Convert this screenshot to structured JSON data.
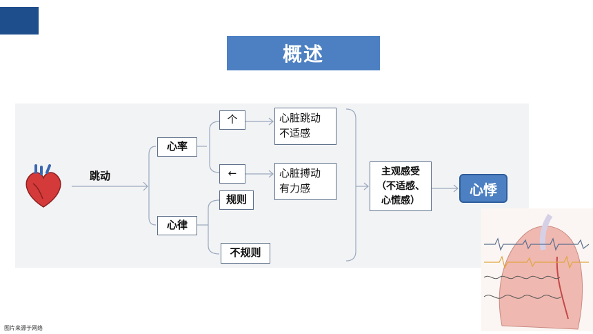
{
  "title": "概述",
  "nodes": {
    "tiaodong": "跳动",
    "xinlv_rate": "心率",
    "xinlv_rhythm": "心律",
    "up": "个",
    "down": "←",
    "regular": "规则",
    "irregular": "不规则",
    "discomfort_line1": "心脏跳动",
    "discomfort_line2": "不适感",
    "forceful_line1": "心脏搏动",
    "forceful_line2": "有力感",
    "subjective_line1": "主观感受",
    "subjective_line2": "（不适感、",
    "subjective_line3": "心慌感）",
    "palpitation": "心悸"
  },
  "footer": {
    "credit": "图片来源于网络"
  },
  "colors": {
    "accent": "#4d80c2",
    "corner": "#1f4e8c",
    "border": "#5d6f8a"
  }
}
